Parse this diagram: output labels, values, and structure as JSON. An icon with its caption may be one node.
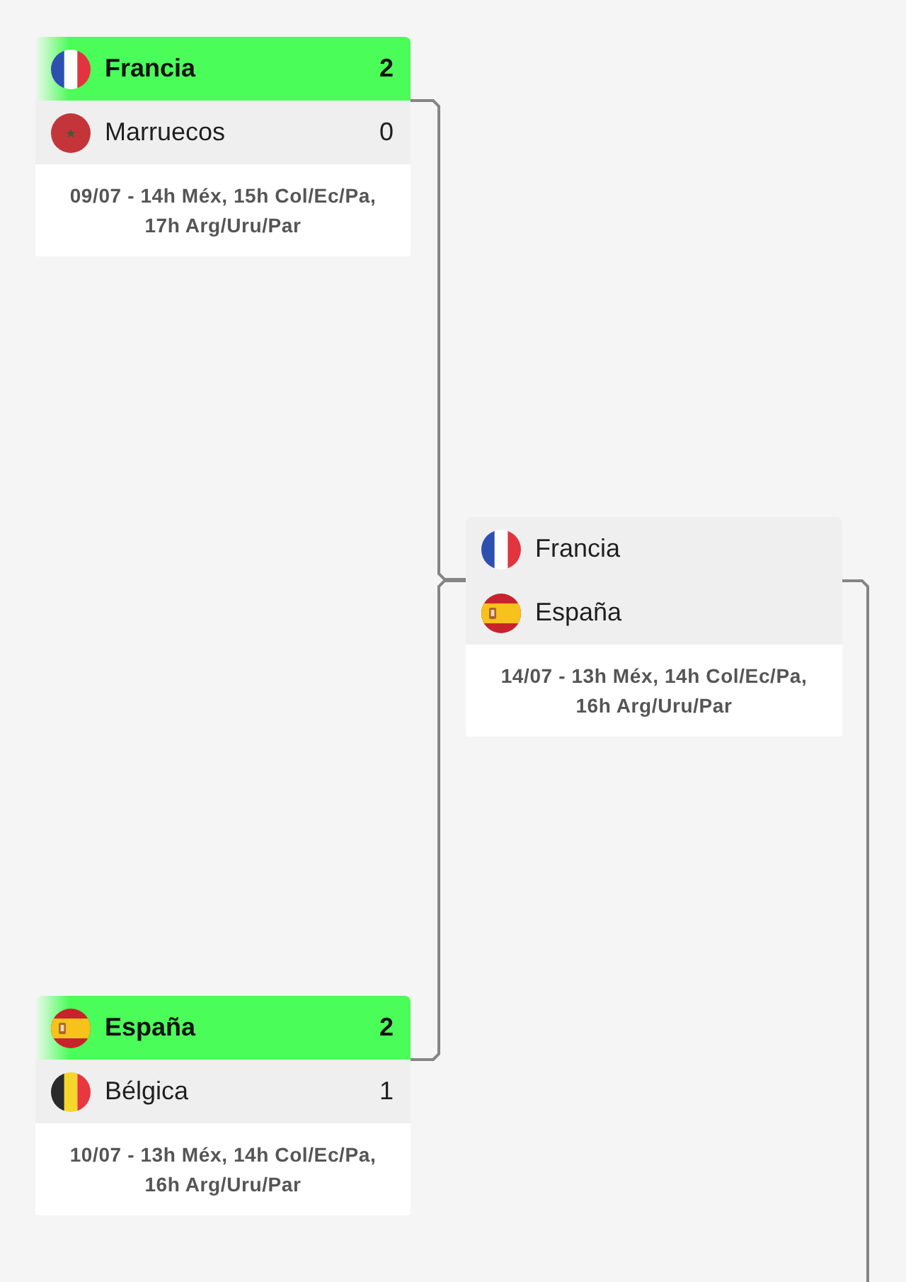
{
  "diagram": {
    "nodes": [
      {
        "text": [
          "09/07 - 14h Méx, 15h Col/Ec/Pa, 17h Arg/Uru/Par"
        ]
      },
      {
        "text": [
          "Francia",
          "2"
        ],
        "in": 0
      },
      {
        "text": [
          "Marruecos",
          "0"
        ],
        "in": 0
      },
      {
        "text": [
          "14/07 - 13h Méx, 14h Col/Ec/Pa, 16h Arg/Uru/Par"
        ]
      },
      {
        "text": [
          "Francia"
        ],
        "in": 3
      },
      {
        "text": [
          "España"
        ],
        "in": 3
      },
      {
        "text": [
          "10/07 - 13h Méx, 14h Col/Ec/Pa, 16h Arg/Uru/Par"
        ]
      },
      {
        "text": [
          "España",
          "2"
        ],
        "in": 6
      },
      {
        "text": [
          "Bélgica",
          "1"
        ],
        "in": 6
      }
    ],
    "edges": [
      {
        "from": 0,
        "to": 3,
        "arrow": "none"
      },
      {
        "from": 6,
        "to": 3,
        "arrow": "none"
      },
      {
        "from": 3,
        "to": null,
        "arrow": "none"
      }
    ]
  }
}
